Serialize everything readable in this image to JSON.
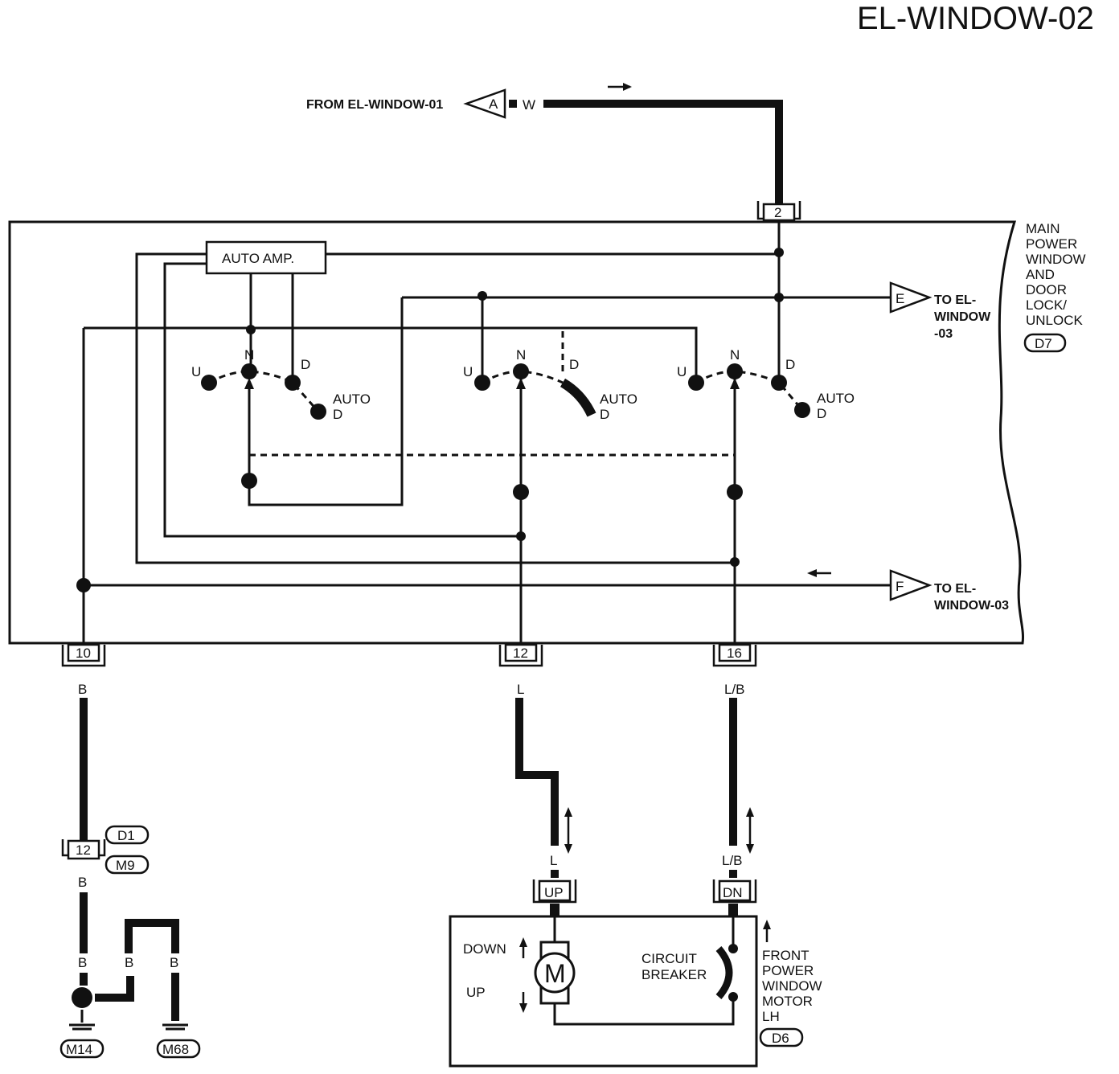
{
  "title": "EL-WINDOW-02",
  "inputs": {
    "from_label": "FROM EL-WINDOW-01",
    "connector_a": "A",
    "wire_w": "W"
  },
  "main_switch": {
    "lines": [
      "MAIN",
      "POWER",
      "WINDOW",
      "AND",
      "DOOR",
      "LOCK/",
      "UNLOCK"
    ],
    "connector": "D7",
    "auto_amp": "AUTO AMP.",
    "terminal_top": "2",
    "terminals_bottom": [
      "10",
      "12",
      "16"
    ]
  },
  "switch_labels": {
    "u": "U",
    "n": "N",
    "d": "D",
    "auto": "AUTO",
    "auto_d": "D"
  },
  "outputs": {
    "e": "E",
    "e_lines": [
      "TO EL-",
      "WINDOW",
      "-03"
    ],
    "f": "F",
    "f_lines": [
      "TO EL-",
      "WINDOW-03"
    ]
  },
  "wires": {
    "b": "B",
    "l": "L",
    "lb": "L/B"
  },
  "ground": {
    "joint": "12",
    "d1": "D1",
    "m9": "M9",
    "m14": "M14",
    "m68": "M68"
  },
  "motor": {
    "up_conn": "UP",
    "dn_conn": "DN",
    "down": "DOWN",
    "up": "UP",
    "m": "M",
    "breaker_1": "CIRCUIT",
    "breaker_2": "BREAKER",
    "lines": [
      "FRONT",
      "POWER",
      "WINDOW",
      "MOTOR",
      "LH"
    ],
    "connector": "D6"
  }
}
